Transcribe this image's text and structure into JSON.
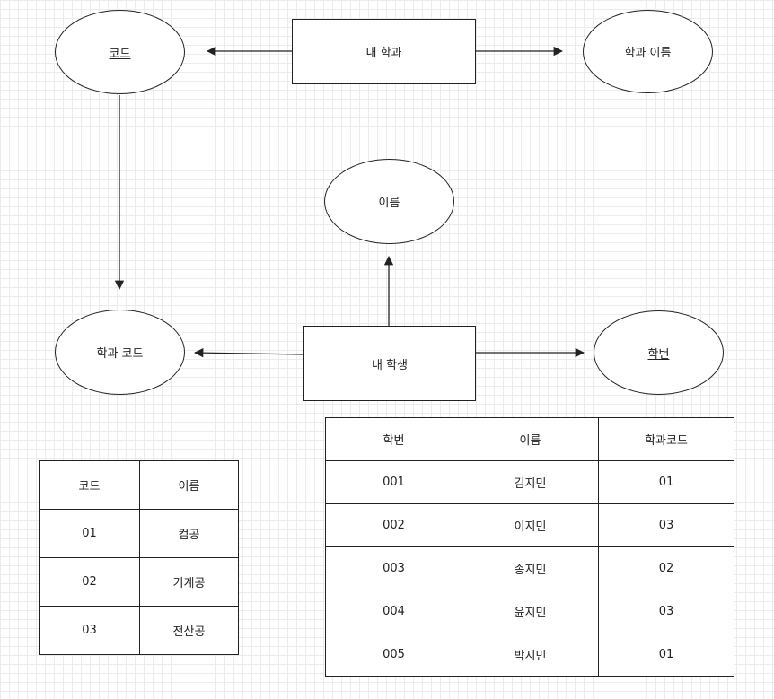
{
  "diagram": {
    "entities": {
      "department": "내 학과",
      "student": "내 학생"
    },
    "attributes": {
      "dept_code": "코드",
      "dept_name": "학과 이름",
      "student_name": "이름",
      "student_dept_code": "학과 코드",
      "student_id": "학번"
    }
  },
  "dept_table": {
    "headers": [
      "코드",
      "이름"
    ],
    "rows": [
      [
        "01",
        "컴공"
      ],
      [
        "02",
        "기계공"
      ],
      [
        "03",
        "전산공"
      ]
    ]
  },
  "student_table": {
    "headers": [
      "학번",
      "이름",
      "학과코드"
    ],
    "rows": [
      [
        "001",
        "김지민",
        "01"
      ],
      [
        "002",
        "이지민",
        "03"
      ],
      [
        "003",
        "송지민",
        "02"
      ],
      [
        "004",
        "윤지민",
        "03"
      ],
      [
        "005",
        "박지민",
        "01"
      ]
    ]
  },
  "colors": {
    "line": "#222222",
    "grid": "#ececec",
    "background": "#ffffff"
  }
}
